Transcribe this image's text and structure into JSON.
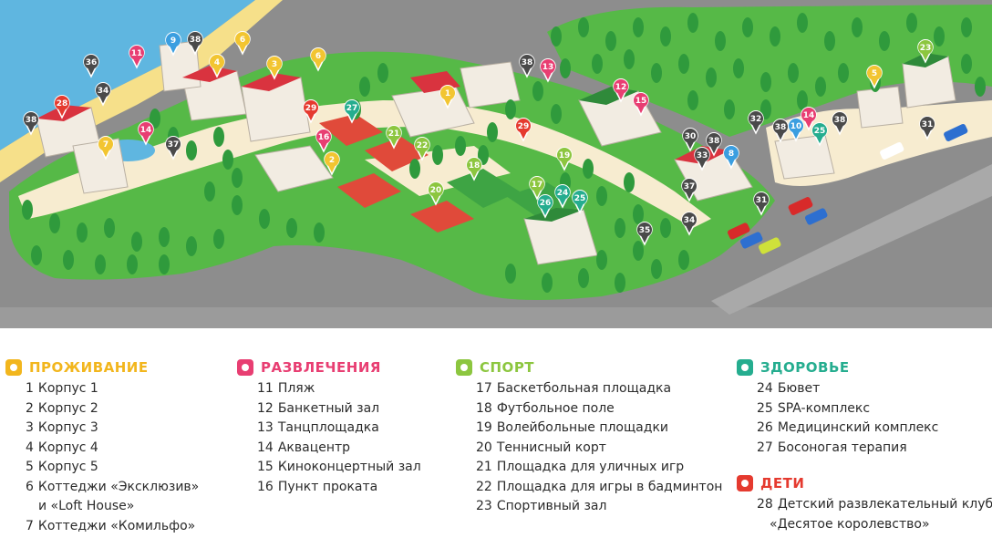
{
  "colors": {
    "water": "#5fb6e0",
    "sand": "#f6e08a",
    "grass": "#56b947",
    "path": "#f7ecd0",
    "road": "#8d8d8d",
    "legend_band": "#9b9b9b",
    "pins": {
      "living": "#f2c531",
      "entertainment": "#e83e72",
      "sport": "#8cc63f",
      "health": "#25ad8f",
      "kids": "#e53a2f",
      "infra": "#4a4a4a",
      "blue": "#3b9ee0"
    }
  },
  "legend": [
    {
      "id": "living",
      "title": "ПРОЖИВАНИЕ",
      "icon": "house-icon",
      "color": "#f2b61d",
      "items": [
        {
          "num": "1",
          "label": "Корпус 1"
        },
        {
          "num": "2",
          "label": "Корпус 2"
        },
        {
          "num": "3",
          "label": "Корпус 3"
        },
        {
          "num": "4",
          "label": "Корпус 4"
        },
        {
          "num": "5",
          "label": "Корпус 5"
        },
        {
          "num": "6",
          "label": "Коттеджи «Эксклюзив»"
        },
        {
          "num": "",
          "label": "и «Loft House»"
        },
        {
          "num": "7",
          "label": "Коттеджи «Комильфо»"
        }
      ]
    },
    {
      "id": "entertainment",
      "title": "РАЗВЛЕЧЕНИЯ",
      "icon": "entertainment-icon",
      "color": "#e83e72",
      "items": [
        {
          "num": "11",
          "label": "Пляж"
        },
        {
          "num": "12",
          "label": "Банкетный зал"
        },
        {
          "num": "13",
          "label": "Танцплощадка"
        },
        {
          "num": "14",
          "label": "Аквацентр"
        },
        {
          "num": "15",
          "label": "Киноконцертный зал"
        },
        {
          "num": "16",
          "label": "Пункт проката"
        }
      ]
    },
    {
      "id": "sport",
      "title": "СПОРТ",
      "icon": "sport-icon",
      "color": "#8cc63f",
      "items": [
        {
          "num": "17",
          "label": "Баскетбольная площадка"
        },
        {
          "num": "18",
          "label": "Футбольное поле"
        },
        {
          "num": "19",
          "label": "Волейбольные площадки"
        },
        {
          "num": "20",
          "label": "Теннисный корт"
        },
        {
          "num": "21",
          "label": "Площадка для уличных игр"
        },
        {
          "num": "22",
          "label": "Площадка для игры в бадминтон"
        },
        {
          "num": "23",
          "label": "Спортивный зал"
        }
      ]
    },
    {
      "id": "health",
      "title": "ЗДОРОВЬЕ",
      "icon": "health-icon",
      "color": "#25ad8f",
      "items": [
        {
          "num": "24",
          "label": "Бювет"
        },
        {
          "num": "25",
          "label": "SPA-комплекс"
        },
        {
          "num": "26",
          "label": "Медицинский комплекс"
        },
        {
          "num": "27",
          "label": "Босоногая терапия"
        }
      ]
    },
    {
      "id": "kids",
      "title": "ДЕТИ",
      "icon": "kids-icon",
      "color": "#e53a2f",
      "items": [
        {
          "num": "28",
          "label": "Детский развлекательный клуб"
        },
        {
          "num": "",
          "label": "«Десятое королевство»"
        }
      ]
    }
  ],
  "pins": [
    {
      "n": "36",
      "c": "infra"
    },
    {
      "n": "34",
      "c": "infra"
    },
    {
      "n": "9",
      "c": "blue"
    },
    {
      "n": "38",
      "c": "infra"
    },
    {
      "n": "11",
      "c": "entertainment"
    },
    {
      "n": "6",
      "c": "living"
    },
    {
      "n": "4",
      "c": "living"
    },
    {
      "n": "3",
      "c": "living"
    },
    {
      "n": "6",
      "c": "living"
    },
    {
      "n": "28",
      "c": "kids"
    },
    {
      "n": "38",
      "c": "infra"
    },
    {
      "n": "7",
      "c": "living"
    },
    {
      "n": "14",
      "c": "entertainment"
    },
    {
      "n": "37",
      "c": "infra"
    },
    {
      "n": "29",
      "c": "kids"
    },
    {
      "n": "16",
      "c": "entertainment"
    },
    {
      "n": "2",
      "c": "living"
    },
    {
      "n": "27",
      "c": "health"
    },
    {
      "n": "21",
      "c": "sport"
    },
    {
      "n": "22",
      "c": "sport"
    },
    {
      "n": "1",
      "c": "living"
    },
    {
      "n": "38",
      "c": "infra"
    },
    {
      "n": "13",
      "c": "entertainment"
    },
    {
      "n": "29",
      "c": "kids"
    },
    {
      "n": "18",
      "c": "sport"
    },
    {
      "n": "19",
      "c": "sport"
    },
    {
      "n": "20",
      "c": "sport"
    },
    {
      "n": "17",
      "c": "sport"
    },
    {
      "n": "24",
      "c": "health"
    },
    {
      "n": "26",
      "c": "health"
    },
    {
      "n": "25",
      "c": "health"
    },
    {
      "n": "12",
      "c": "entertainment"
    },
    {
      "n": "15",
      "c": "entertainment"
    },
    {
      "n": "35",
      "c": "infra"
    },
    {
      "n": "30",
      "c": "infra"
    },
    {
      "n": "38",
      "c": "infra"
    },
    {
      "n": "33",
      "c": "infra"
    },
    {
      "n": "8",
      "c": "blue"
    },
    {
      "n": "37",
      "c": "infra"
    },
    {
      "n": "34",
      "c": "infra"
    },
    {
      "n": "31",
      "c": "infra"
    },
    {
      "n": "32",
      "c": "infra"
    },
    {
      "n": "38",
      "c": "infra"
    },
    {
      "n": "10",
      "c": "blue"
    },
    {
      "n": "14",
      "c": "entertainment"
    },
    {
      "n": "25",
      "c": "health"
    },
    {
      "n": "38",
      "c": "infra"
    },
    {
      "n": "5",
      "c": "living"
    },
    {
      "n": "23",
      "c": "sport"
    },
    {
      "n": "31",
      "c": "infra"
    }
  ]
}
